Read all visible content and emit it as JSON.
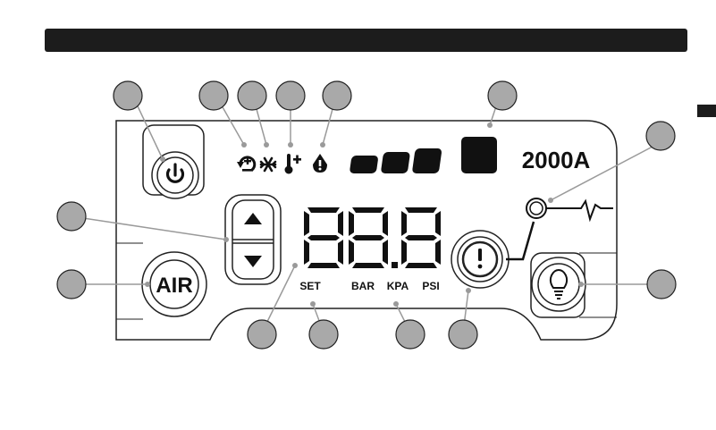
{
  "header": {
    "title": ""
  },
  "model_label": "2000A",
  "display": {
    "digits": "88.8"
  },
  "labels": {
    "set": "SET",
    "bar": "BAR",
    "kpa": "KPA",
    "psi": "PSI",
    "air": "AIR"
  },
  "icons": {
    "power": "power-icon",
    "up": "arrow-up-icon",
    "down": "arrow-down-icon",
    "warning": "exclamation-icon",
    "light": "light-bulb-icon",
    "recirculate": "recirculation-icon",
    "snow": "snowflake-icon",
    "temperature": "thermometer-plus-icon",
    "alert": "warning-drop-icon"
  },
  "callout_count": 14
}
